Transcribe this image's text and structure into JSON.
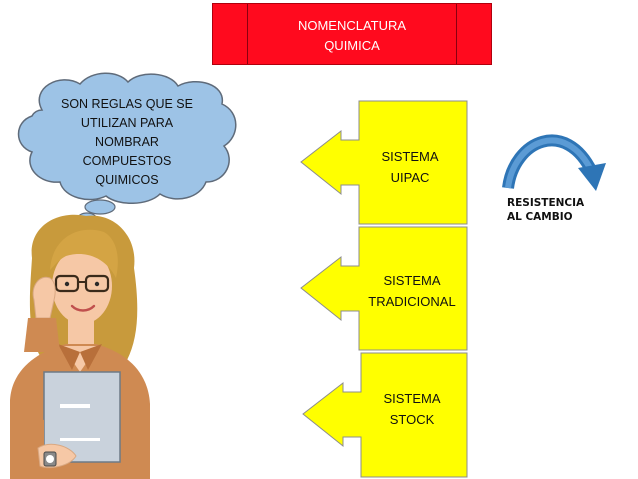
{
  "title": {
    "lines": [
      "NOMENCLATURA",
      "QUIMICA"
    ]
  },
  "thought_bubble": {
    "lines": [
      "SON REGLAS QUE SE",
      "UTILIZAN PARA",
      "NOMBRAR",
      "COMPUESTOS",
      "QUIMICOS"
    ]
  },
  "systems": [
    {
      "lines": [
        "SISTEMA",
        "UIPAC"
      ]
    },
    {
      "lines": [
        "SISTEMA",
        "TRADICIONAL"
      ]
    },
    {
      "lines": [
        "SISTEMA",
        "STOCK"
      ]
    }
  ],
  "resistance": {
    "lines": [
      "RESISTENCIA",
      "AL CAMBIO"
    ]
  },
  "colors": {
    "title_bg": "#ff0a1e",
    "arrow_fill": "#ffff00",
    "bubble_fill": "#9dc3e6",
    "curved_arrow": "#2e75b6"
  },
  "icons": [
    "woman-illustration",
    "thought-bubble",
    "curved-arrow-icon"
  ]
}
